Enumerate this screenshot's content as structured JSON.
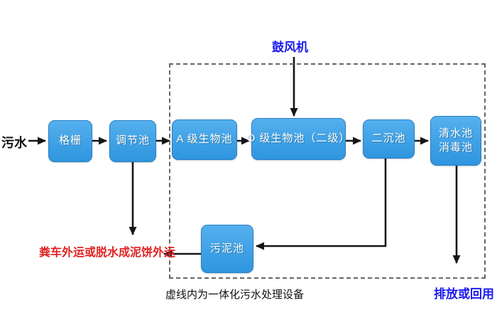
{
  "diagram": {
    "influent_label": "污水",
    "blower_label": "鼓风机",
    "sludge_disposal_label": "粪车外运或脱水成泥饼外运",
    "discharge_label": "排放或回用",
    "caption": "虚线内为一体化污水处理设备",
    "nodes": {
      "grid": "格栅",
      "regulating_tank": "调节池",
      "a_bio_tank": "A 级生物池",
      "o_bio_tank": "O 级生物池（二级）",
      "secondary_sedimentation_tank": "二沉池",
      "clear_water_tank_line1": "清水池",
      "clear_water_tank_line2": "消毒池",
      "sludge_tank": "污泥池"
    }
  },
  "colors": {
    "bg": "#ffffff",
    "node_fill": "#2e95de",
    "node_fill_light": "#55b0ee",
    "node_border": "#2a80c4",
    "node_text": "#ffffff",
    "blue_text": "#1a1aee",
    "red_text": "#e02222",
    "arrow": "#151515",
    "dashed_border": "#666666",
    "caption_text": "#111111"
  }
}
